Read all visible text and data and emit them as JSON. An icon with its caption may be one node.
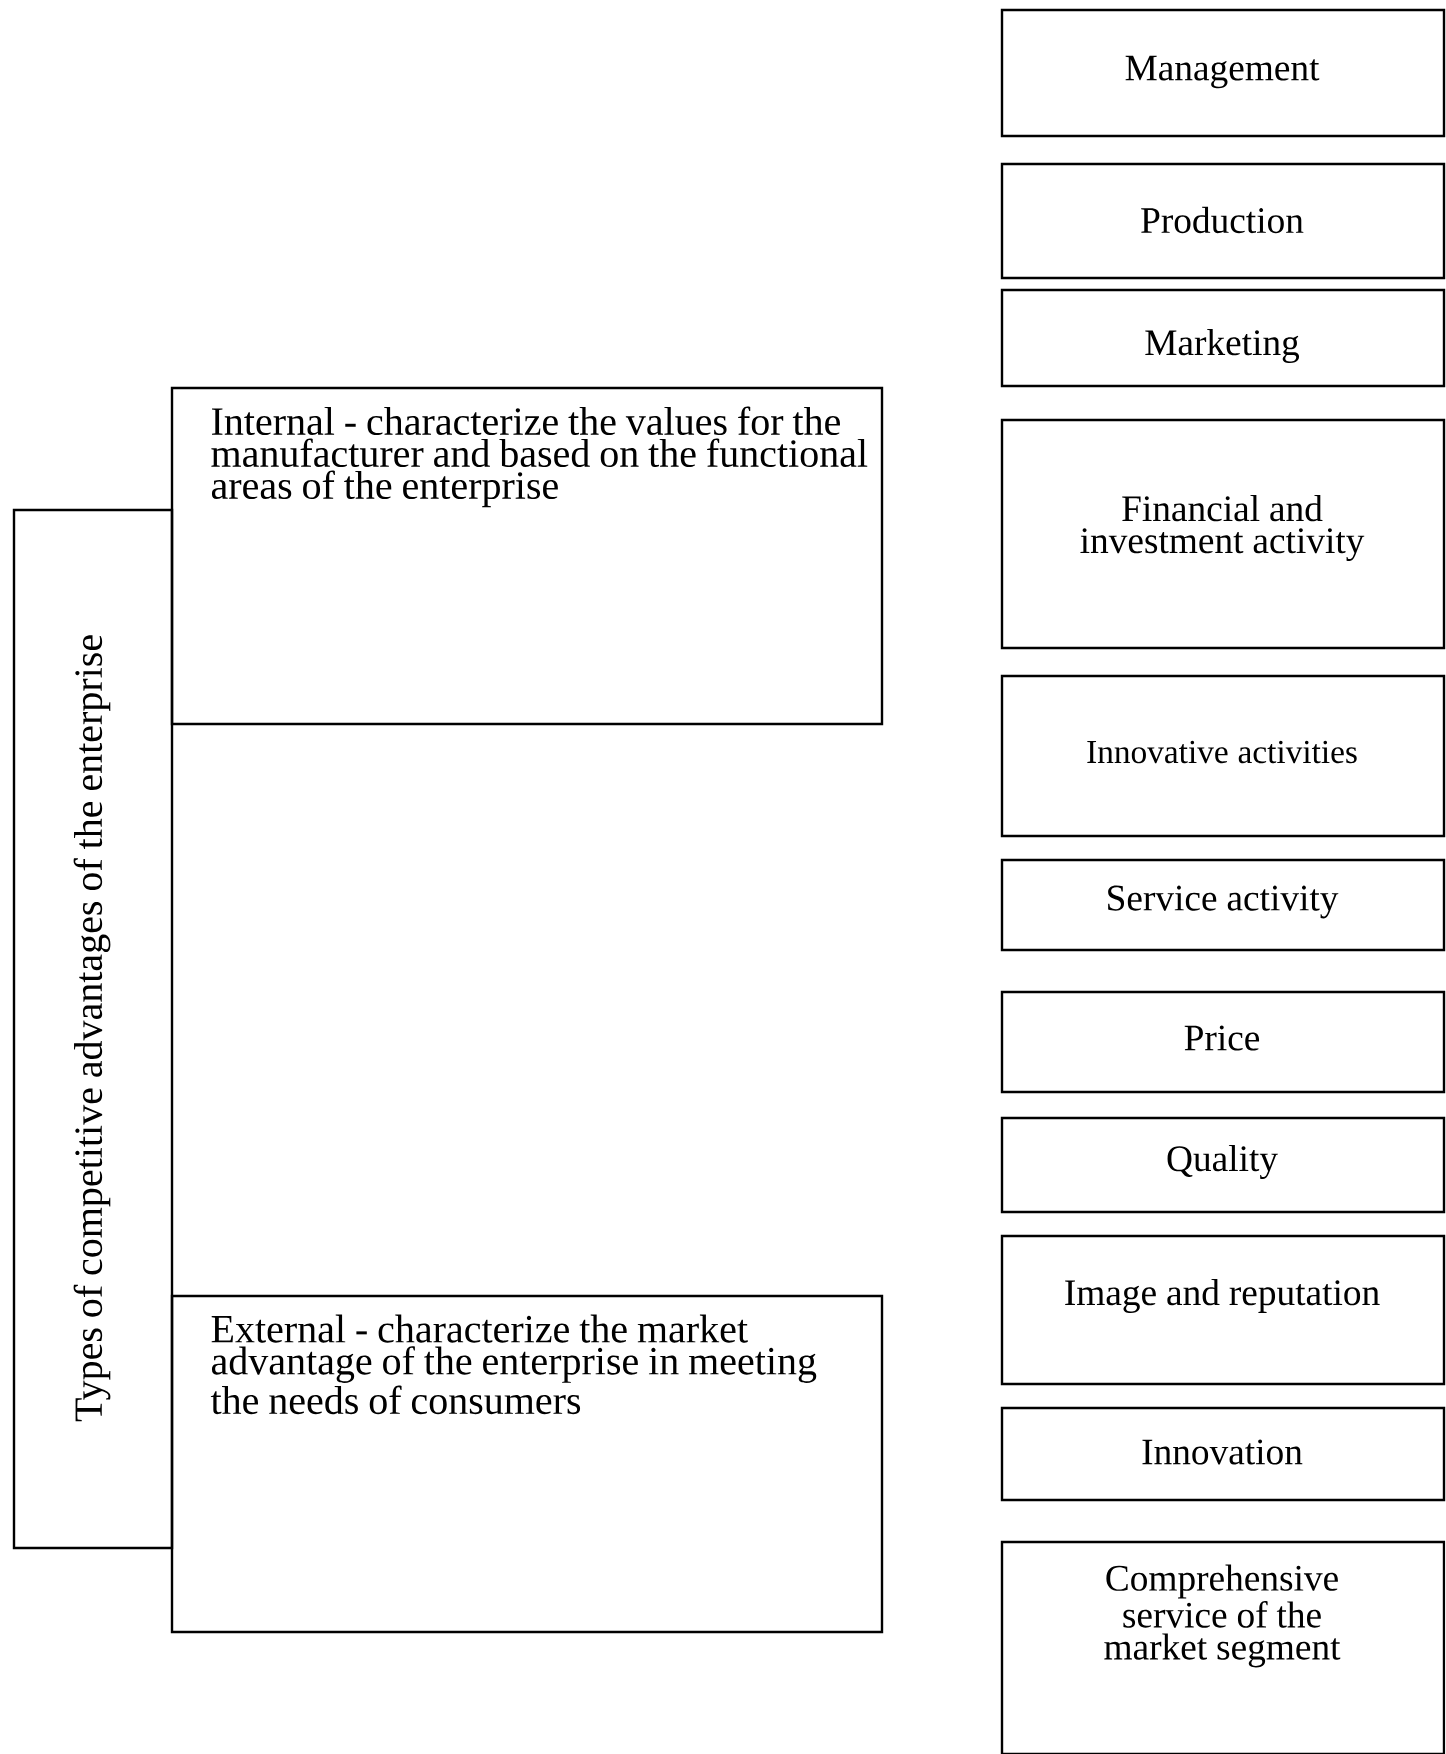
{
  "diagram": {
    "nodes": [
      {
        "text": [
          "Types of competitive advantages of the enterprise"
        ]
      },
      {
        "text": [
          "Internal - characterize the values for the manufacturer and based on the functional areas of the enterprise"
        ]
      },
      {
        "text": [
          "External - characterize the market advantage of the enterprise in meeting the needs of consumers"
        ]
      },
      {
        "text": [
          "Management"
        ]
      },
      {
        "text": [
          "Production"
        ]
      },
      {
        "text": [
          "Marketing"
        ]
      },
      {
        "text": [
          "Financial and investment activity"
        ]
      },
      {
        "text": [
          "Innovative activities"
        ]
      },
      {
        "text": [
          "Service activity"
        ]
      },
      {
        "text": [
          "Price"
        ]
      },
      {
        "text": [
          "Quality"
        ]
      },
      {
        "text": [
          "Image and reputation"
        ]
      },
      {
        "text": [
          "Innovation"
        ]
      },
      {
        "text": [
          "Comprehensive service of the market segment"
        ]
      }
    ]
  }
}
